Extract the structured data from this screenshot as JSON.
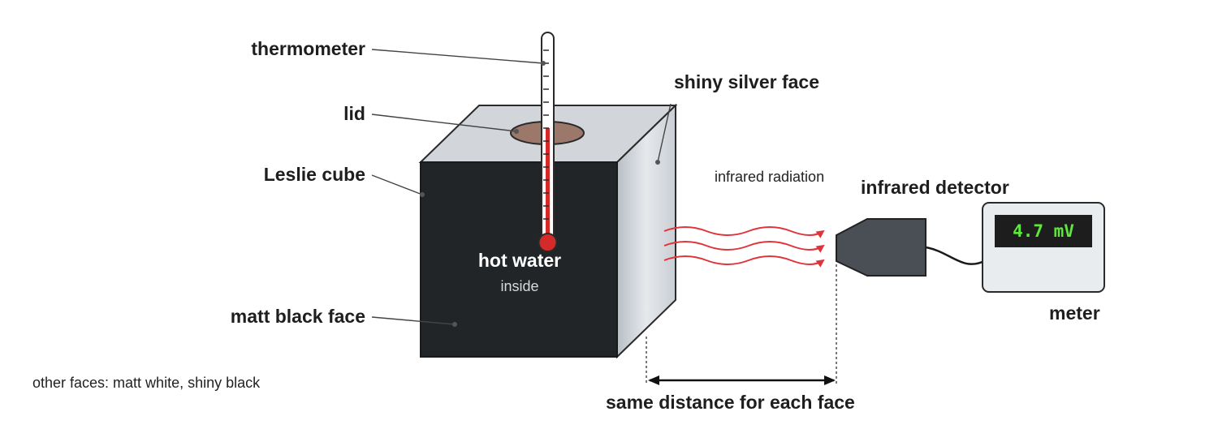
{
  "labels": {
    "thermometer": "thermometer",
    "lid": "lid",
    "leslie_cube": "Leslie cube",
    "matt_black_face": "matt black face",
    "shiny_silver_face": "shiny silver face",
    "infrared_radiation": "infrared radiation",
    "infrared_detector": "infrared detector",
    "meter": "meter",
    "hot_water": "hot water",
    "inside": "inside",
    "same_distance": "same distance for each face",
    "other_faces": "other faces: matt white, shiny black"
  },
  "meter": {
    "reading": "4.7 mV"
  },
  "colors": {
    "black_face": "#222528",
    "silver_face": "#d9dde2",
    "cube_top": "#d2d6db",
    "lid": "#9c786a",
    "thermometer_liquid": "#d42a2a",
    "radiation": "#e0343a",
    "detector_body": "#4a4f55",
    "meter_body": "#e9ecef",
    "meter_display_text": "#5ee83a"
  },
  "icons": [
    "thermometer-icon",
    "infrared-detector-icon",
    "meter-icon",
    "radiation-wave-icon"
  ]
}
